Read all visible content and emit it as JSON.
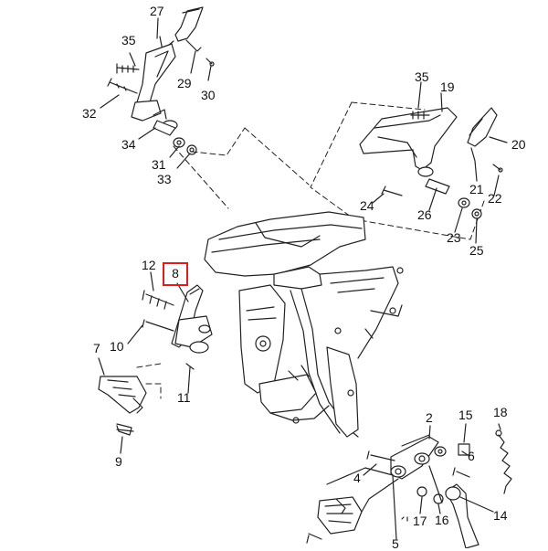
{
  "diagram": {
    "highlight_color": "#e01b1b",
    "highlighted_part": "8",
    "part_numbers": [
      "2",
      "4",
      "5",
      "6",
      "7",
      "8",
      "9",
      "10",
      "11",
      "12",
      "14",
      "15",
      "16",
      "17",
      "18",
      "19",
      "20",
      "21",
      "22",
      "23",
      "24",
      "25",
      "26",
      "27",
      "29",
      "30",
      "31",
      "32",
      "33",
      "34",
      "35"
    ]
  },
  "labels": {
    "p27": "27",
    "p35a": "35",
    "p29": "29",
    "p30": "30",
    "p32": "32",
    "p34": "34",
    "p31": "31",
    "p33": "33",
    "p35b": "35",
    "p19": "19",
    "p20": "20",
    "p21": "21",
    "p22": "22",
    "p24": "24",
    "p26": "26",
    "p23": "23",
    "p25": "25",
    "p12": "12",
    "p8": "8",
    "p7": "7",
    "p10": "10",
    "p11": "11",
    "p9": "9",
    "p2": "2",
    "p15": "15",
    "p18": "18",
    "p6": "6",
    "p4": "4",
    "p16": "16",
    "p17": "17",
    "p14": "14",
    "p5": "5"
  }
}
